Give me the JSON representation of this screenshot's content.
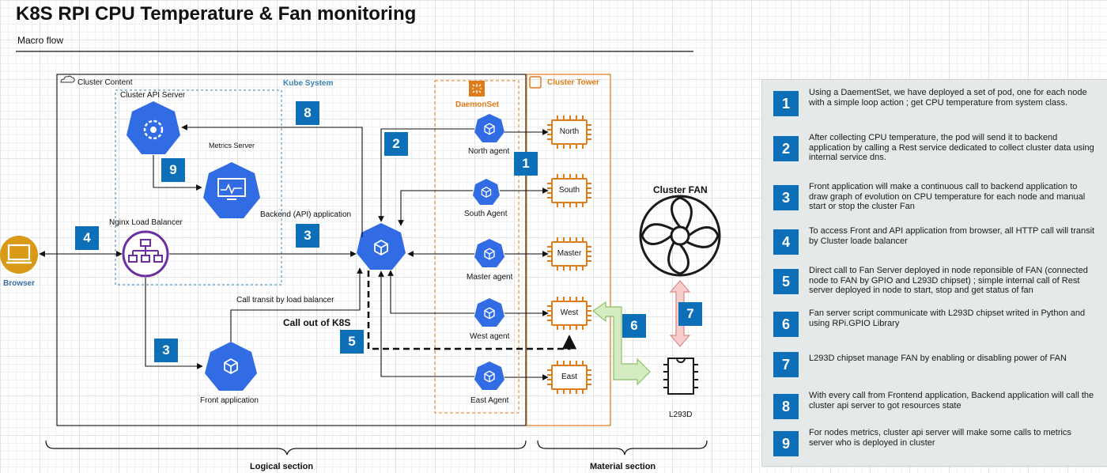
{
  "header": {
    "title": "K8S RPI CPU Temperature & Fan monitoring",
    "subtitle": "Macro flow"
  },
  "groups": {
    "cluster_content": "Cluster Content",
    "kube_system": "Kube System",
    "cluster_api_server": "Cluster API Server",
    "daemonset": "DaemonSet",
    "cluster_tower": "Cluster Tower"
  },
  "nodes": {
    "browser": "Browser",
    "nginx": "Nginx Load Balancer",
    "metrics_server": "Metrics Server",
    "backend": "Backend (API) application",
    "front": "Front application",
    "north_agent": "North agent",
    "south_agent": "South Agent",
    "master_agent": "Master agent",
    "west_agent": "West agent",
    "east_agent": "East Agent",
    "chip_north": "North",
    "chip_south": "South",
    "chip_master": "Master",
    "chip_west": "West",
    "chip_east": "East",
    "cluster_fan": "Cluster FAN",
    "l293d": "L293D"
  },
  "labels": {
    "call_transit": "Call transit by load balancer",
    "call_out": "Call out of K8S"
  },
  "sections": {
    "logical": "Logical section",
    "material": "Material section"
  },
  "badges": {
    "b1": "1",
    "b2": "2",
    "b3a": "3",
    "b3b": "3",
    "b4": "4",
    "b5": "5",
    "b6": "6",
    "b7": "7",
    "b8": "8",
    "b9": "9"
  },
  "legend": [
    {
      "num": "1",
      "text": "Using a DaementSet, we have deployed a set of pod, one for each node with a simple loop action ; get CPU temperature from system class."
    },
    {
      "num": "2",
      "text": "After collecting CPU temperature, the pod will send it to backend application by calling a Rest service dedicated to collect cluster data using internal service dns."
    },
    {
      "num": "3",
      "text": "Front application will make a continuous call to backend application to draw graph of evolution on CPU temperature for each node and manual start or stop the cluster Fan"
    },
    {
      "num": "4",
      "text": "To access Front and API application from browser, all HTTP call will transit by Cluster loade balancer"
    },
    {
      "num": "5",
      "text": "Direct call to Fan Server deployed in node reponsible of FAN (connected node to FAN by GPIO and L293D chipset) ; simple internal call of Rest server deployed in node to start, stop and get status of fan"
    },
    {
      "num": "6",
      "text": "Fan server script communicate with L293D chipset writed in Python and using RPi.GPIO Library"
    },
    {
      "num": "7",
      "text": "L293D chipset manage FAN by enabling or disabling power of FAN"
    },
    {
      "num": "8",
      "text": "With every call from Frontend application, Backend application will call the cluster api server to got resources state"
    },
    {
      "num": "9",
      "text": "For nodes metrics, cluster api server will make some calls to metrics server who is deployed in cluster"
    }
  ],
  "colors": {
    "k8s_blue": "#326ce5",
    "badge_blue": "#0d6fb8",
    "orange": "#e07b1a",
    "nginx_purple": "#6b2fa0",
    "browser_gold": "#d99a18",
    "arrow_green": "#d5ecc2",
    "arrow_pink": "#f8cecc"
  }
}
